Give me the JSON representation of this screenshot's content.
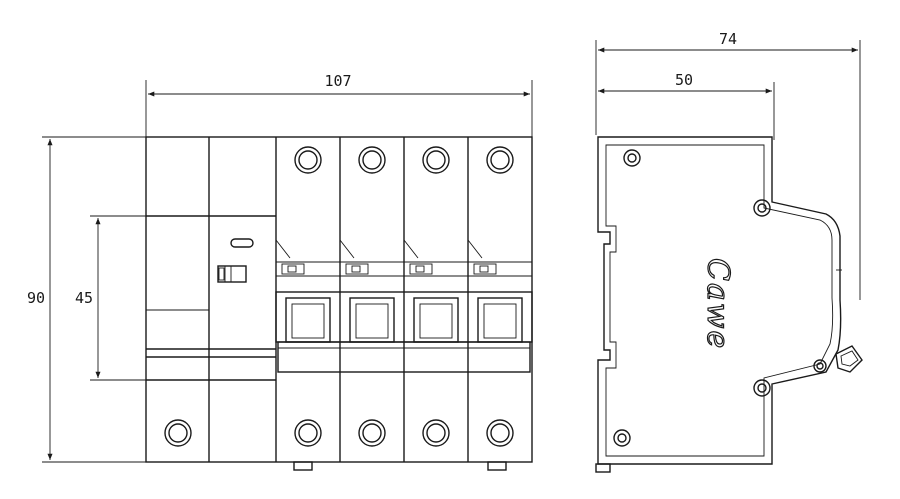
{
  "dimensions": {
    "front_width": "107",
    "total_height": "90",
    "middle_height": "45",
    "side_total_depth": "74",
    "side_body_depth": "50"
  },
  "brand": {
    "logo_text": "Cawe"
  },
  "colors": {
    "line": "#1a1a1a",
    "background": "#ffffff"
  }
}
